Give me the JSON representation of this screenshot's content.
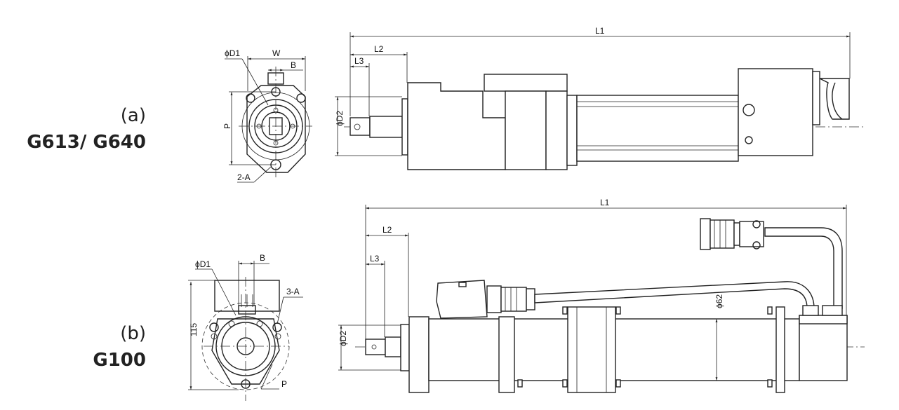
{
  "variants": [
    {
      "tag": "(a)",
      "model": "G613/ G640"
    },
    {
      "tag": "(b)",
      "model": "G100"
    }
  ],
  "dims_a": {
    "D1": "ϕD1",
    "W": "W",
    "B": "B",
    "P": "P",
    "A": "2-A",
    "D2": "ϕD2",
    "L1": "L1",
    "L2": "L2",
    "L3": "L3"
  },
  "dims_b": {
    "D1": "ϕD1",
    "B": "B",
    "A": "3-A",
    "H": "115",
    "P": "P",
    "D2": "ϕD2",
    "L1": "L1",
    "L2": "L2",
    "L3": "L3",
    "body_dia": "ϕ62"
  }
}
